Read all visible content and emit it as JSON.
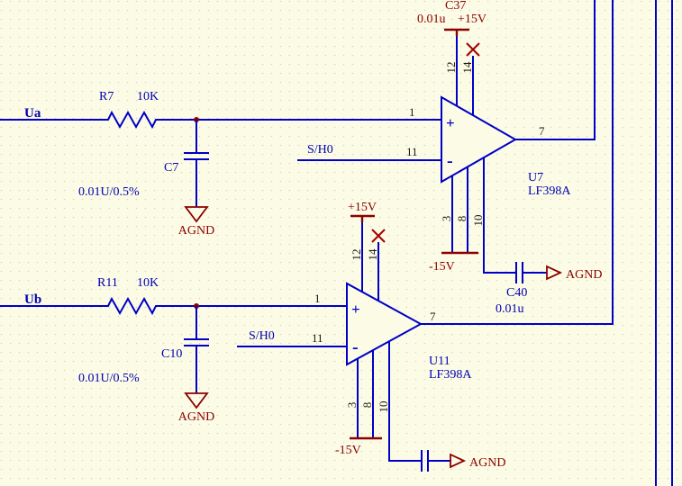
{
  "colors": {
    "background": "#FCFCE6",
    "wire_blue": "#0000C8",
    "label_blue": "#0000B4",
    "power_red": "#8B0000",
    "pin_black": "#1A1A1A",
    "noerc_red": "#A40000"
  },
  "top_supply": {
    "cap_ref": "C37",
    "cap_value": "0.01u",
    "rail_label": "+15V"
  },
  "amp1": {
    "input_net": "Ua",
    "resistor_ref": "R7",
    "resistor_value": "10K",
    "input_cap_ref": "C7",
    "input_cap_value": "0.01U/0.5%",
    "input_gnd_label": "AGND",
    "control_net": "S/H0",
    "pin_in_plus": "1",
    "pin_in_minus": "11",
    "pin_supply_left": "12",
    "pin_supply_right": "14",
    "pin_b3": "3",
    "pin_b8": "8",
    "pin_b10": "10",
    "pin_out": "7",
    "plus_sign": "+",
    "minus_sign": "-",
    "designator": "U7",
    "part_number": "LF398A",
    "neg_rail_label": "-15V",
    "hold_cap_ref": "C40",
    "hold_cap_value": "0.01u",
    "hold_gnd_label": "AGND"
  },
  "amp2": {
    "input_net": "Ub",
    "resistor_ref": "R11",
    "resistor_value": "10K",
    "input_cap_ref": "C10",
    "input_cap_value": "0.01U/0.5%",
    "input_gnd_label": "AGND",
    "control_net": "S/H0",
    "pin_in_plus": "1",
    "pin_in_minus": "11",
    "pin_supply_left": "12",
    "pin_supply_right": "14",
    "pin_b3": "3",
    "pin_b8": "8",
    "pin_b10": "10",
    "pin_out": "7",
    "plus_sign": "+",
    "minus_sign": "-",
    "designator": "U11",
    "part_number": "LF398A",
    "pos_rail_label": "+15V",
    "neg_rail_label": "-15V",
    "hold_gnd_label": "AGND"
  }
}
